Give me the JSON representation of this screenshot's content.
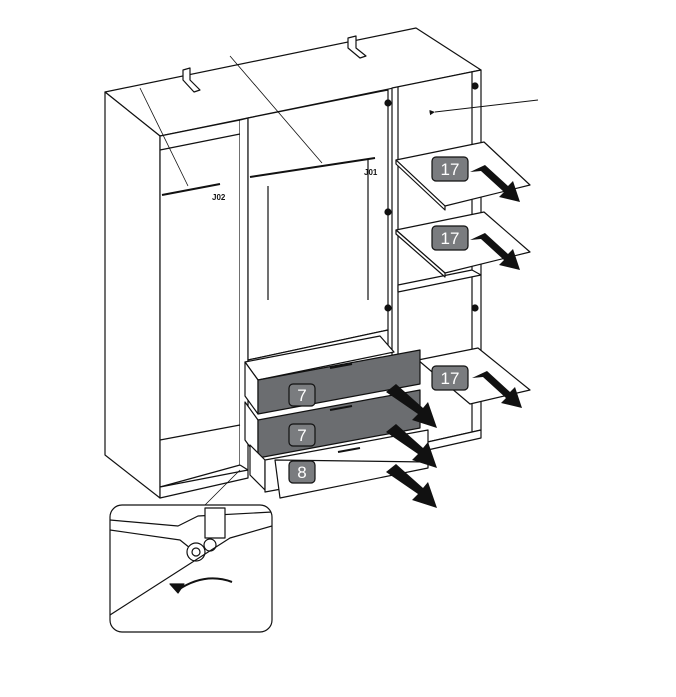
{
  "labels": {
    "j01": "J01",
    "j02": "J02"
  },
  "badges": {
    "shelf_top": "17",
    "shelf_mid": "17",
    "shelf_bottom": "17",
    "drawer_top": "7",
    "drawer_mid": "7",
    "drawer_bottom": "8"
  },
  "colors": {
    "line": "#111111",
    "drawer_front": "#6b6d70",
    "badge_fill": "#7a7c7f",
    "arrow": "#111111"
  }
}
